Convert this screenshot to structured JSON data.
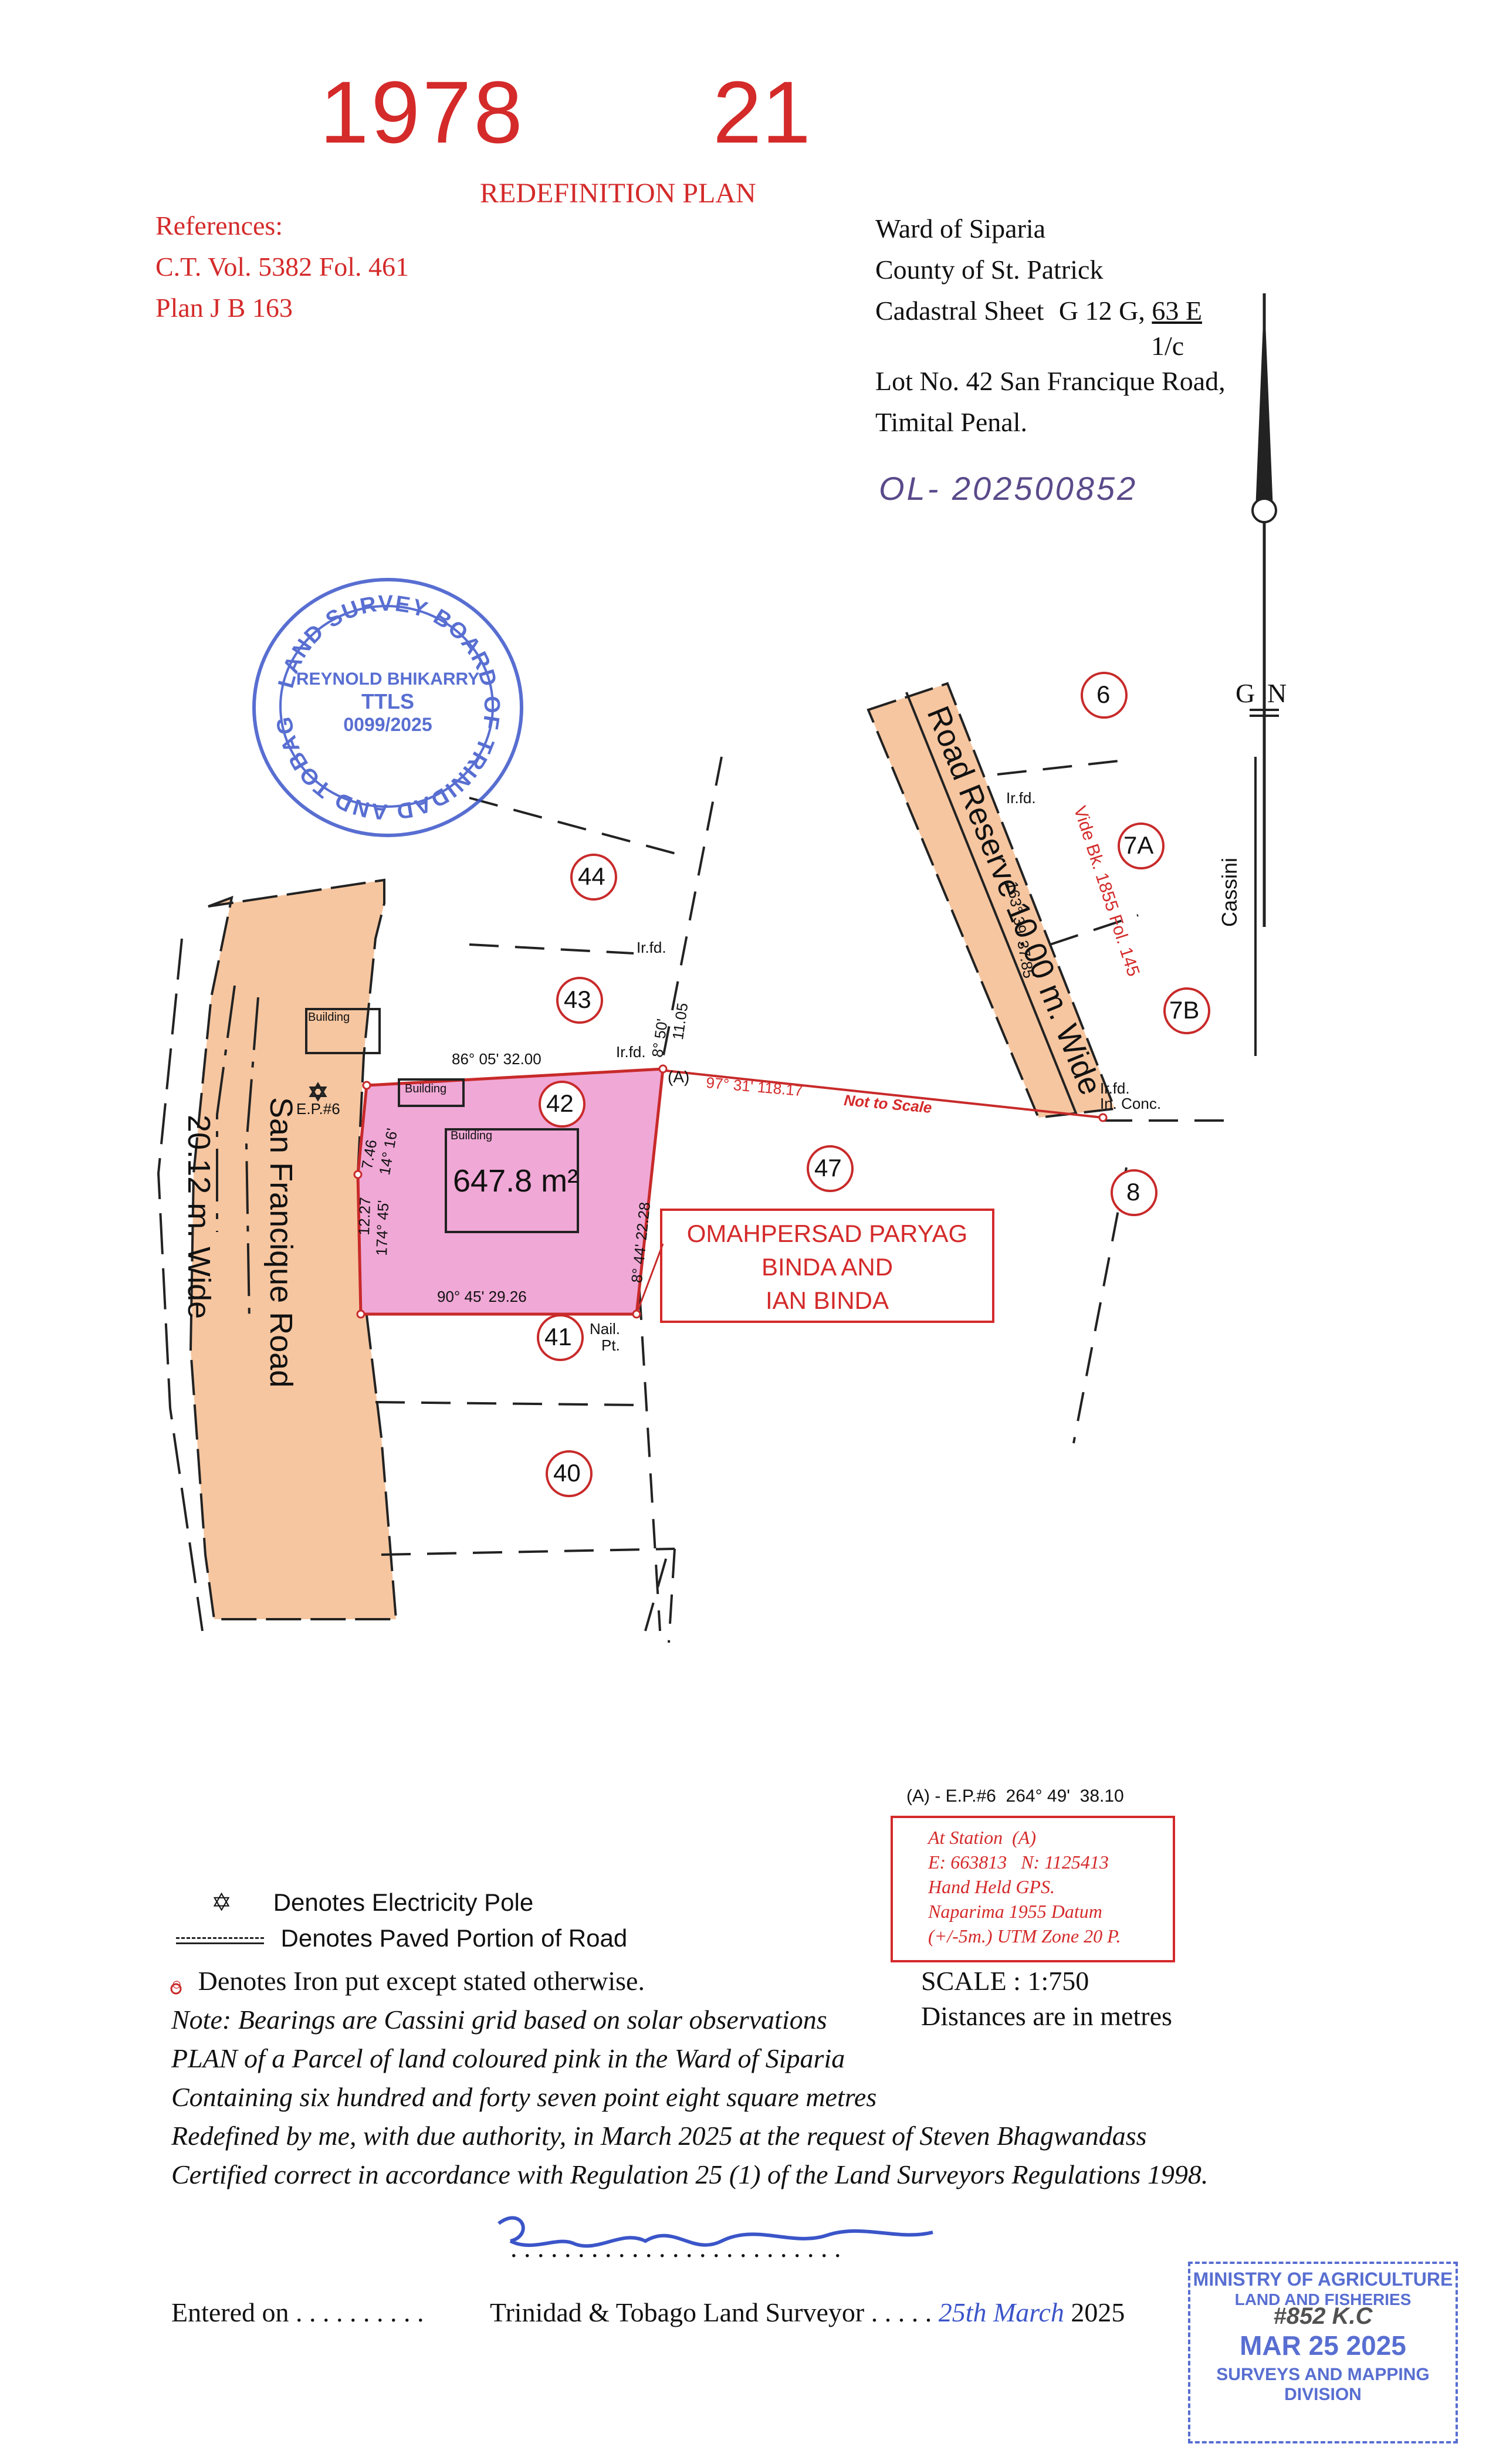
{
  "plan_numbers": {
    "year": "1978",
    "number": "21"
  },
  "plan_title": "REDEFINITION PLAN",
  "references": {
    "heading": "References:",
    "lines": [
      "C.T. Vol. 5382 Fol. 461",
      "Plan J B 163"
    ]
  },
  "location": {
    "ward": "Ward of Siparia",
    "county": "County of St. Patrick",
    "cadastral_label": "Cadastral Sheet",
    "cadastral_sheet_a": "G 12 G",
    "cadastral_sheet_b": "63 E",
    "cadastral_fraction": "1/c",
    "lot_line1": "Lot No. 42 San Francique Road,",
    "lot_line2": "Timital Penal.",
    "handwritten_ref": "OL- 202500852"
  },
  "north_arrow": {
    "g": "G",
    "n": "N",
    "cassini": "Cassini"
  },
  "survey_board_stamp": {
    "outer_text": "LAND SURVEY BOARD OF TRINIDAD AND TOBAGO",
    "name": "REYNOLD BHIKARRY",
    "title": "TTLS",
    "number": "0099/2025"
  },
  "plan": {
    "roads": {
      "san_francique_name": "San Francique Road",
      "san_francique_width": "20.12 m. Wide",
      "road_reserve": "Road Reserve 10.00 m. Wide"
    },
    "lots": [
      "44",
      "43",
      "42",
      "47",
      "41",
      "40",
      "6",
      "7A",
      "7B",
      "8"
    ],
    "area": "647.8 m²",
    "owner": [
      "OMAHPERSAD PARYAG",
      "BINDA AND",
      "IAN BINDA"
    ],
    "building_label": "Building",
    "bearings": {
      "north": "86° 05'  32.00",
      "east_top": "8° 50'",
      "east_top_dist": "11.05",
      "east": "8° 44'  22.28",
      "south": "90° 45'  29.26",
      "west_a": "7.46",
      "west_a_brg": "14° 16'",
      "west_b": "174° 45'",
      "west_b_dist": "12.27",
      "tie": "97° 31'  118.17",
      "not_to_scale": "Not to Scale",
      "reserve": "163° 39'  37.85",
      "vide": "Vide Bk. 1855 Fol. 145"
    },
    "point_labels": {
      "a": "(A)",
      "ep6": "E.P.#6",
      "irfd": "Ir.fd.",
      "irconc1": "Ir.fd.",
      "irconc2": "In. Conc.",
      "nail1": "Nail.",
      "nail2": "Pt."
    }
  },
  "station_info": {
    "tie_line": "(A) - E.P.#6  264° 49'  38.10",
    "box_lines": [
      "At Station  (A)",
      "E: 663813   N: 1125413",
      "Hand Held GPS.",
      "Naparima 1955 Datum",
      "(+/-5m.) UTM  Zone  20 P."
    ]
  },
  "legend": {
    "pole": "Denotes Electricity Pole",
    "paved": "Denotes Paved Portion of  Road",
    "iron": "Denotes Iron put except stated otherwise."
  },
  "scale": "SCALE : 1:750",
  "distances": "Distances are in metres",
  "certification": [
    "Note: Bearings are Cassini grid based on solar observations",
    "PLAN of a Parcel of land coloured pink in the Ward of Siparia",
    "Containing six hundred and forty seven point eight square metres",
    "Redefined by me, with due authority, in March 2025 at the request of Steven Bhagwandass",
    "Certified correct in accordance with Regulation 25 (1) of the Land Surveyors Regulations 1998."
  ],
  "footer": {
    "entered_on": "Entered on . . . . . . . . . .",
    "surveyor": "Trinidad & Tobago  Land Surveyor",
    "date_handwritten": "25th March",
    "year": "2025",
    "signature_dots": ". . . . . . . . . . . . . . . . . . . . . . . . ."
  },
  "ministry_stamp": {
    "line1": "MINISTRY OF AGRICULTURE",
    "line2": "LAND AND FISHERIES",
    "handwritten": "#852 K.C",
    "date": "MAR 25 2025",
    "line4": "SURVEYS AND MAPPING",
    "line5": "DIVISION"
  },
  "colors": {
    "pink": "#f0a8d6",
    "road": "#f6c6a0",
    "red": "#d42a2a",
    "blue_stamp": "#3b55c9"
  }
}
